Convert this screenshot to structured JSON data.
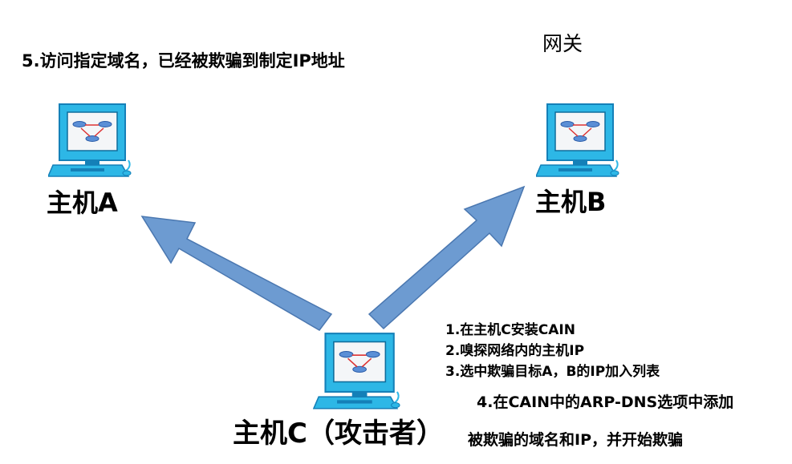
{
  "labels": {
    "note_top": "5.访问指定域名，已经被欺骗到制定IP地址",
    "gateway": "网关",
    "host_a": "主机A",
    "host_b": "主机B",
    "host_c": "主机C（攻击者）"
  },
  "steps": {
    "s1": "1.在主机C安装CAIN",
    "s2": "2.嗅探网络内的主机IP",
    "s3": "3.选中欺骗目标A，B的IP加入列表",
    "s4a": "4.在CAIN中的ARP-DNS选项中添加",
    "s4b": "被欺骗的域名和IP，并开始欺骗"
  },
  "colors": {
    "arrow_fill": "#6d9bd1",
    "arrow_stroke": "#4a77b0",
    "monitor_frame": "#2db7e6",
    "monitor_dark": "#1480b8",
    "screen": "#f4f6f8"
  },
  "icons": {
    "computer": "computer-network-icon",
    "arrow": "block-arrow"
  }
}
